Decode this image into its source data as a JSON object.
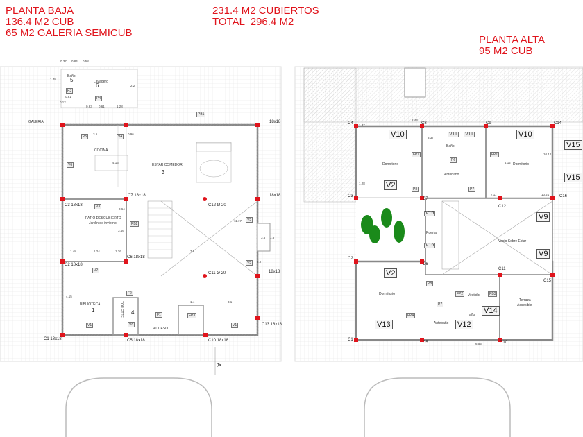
{
  "headings": {
    "ground_title": "PLANTA BAJA",
    "ground_covered": "136.4 M2 CUB",
    "ground_gallery": "65 M2 GALERIA SEMICUB",
    "total_covered": "231.4 M2 CUBIERTOS",
    "total": "TOTAL  296.4 M2",
    "upper_title": "PLANTA ALTA",
    "upper_covered": "95 M2 CUB"
  },
  "colors": {
    "heading": "#e0141c",
    "column": "#e0141c",
    "tree": "#1a8a1a"
  },
  "ground_floor": {
    "labels": [
      "Baño",
      "5",
      "Lavadero",
      "6",
      "GALERIA",
      "PB1",
      "P5",
      "3.6",
      "V4",
      "0.96",
      "COCINA",
      "V6",
      "4.16",
      "ESTAR COMEDOR",
      "3",
      "C7 18x18",
      "18x18",
      "18x18",
      "C3 18x18",
      "V3",
      "0.64",
      "PATIO DESCUBIERTO",
      "Jardín de invierno",
      "PB2",
      "3.46",
      "C12 Ø 20",
      "11.17",
      "V5",
      "3.6",
      "1.8",
      "1.48",
      "1.24",
      "1.26",
      "C6 18x18",
      "C2 18x18",
      "V2",
      "7.6",
      "V5",
      "0.9",
      "C11 Ø 20",
      "18x18",
      "4.15",
      "BIBLIOTECA",
      "1",
      "F2",
      "TOILETTE",
      "4",
      "F1",
      "FP3",
      "1.4",
      "3.1",
      "V1",
      "V8",
      "ACCESO",
      "V1",
      "C13 18x18",
      "C1 18x18",
      "C5 18x18",
      "C10 18x18",
      "A",
      "0.37",
      "0.84",
      "0.58",
      "1.48",
      "P3",
      "0.81",
      "P4",
      "0.63",
      "0.61",
      "1.28",
      "2.2",
      "0.12"
    ]
  },
  "upper_floor": {
    "labels": [
      "C4",
      "V10",
      "V11",
      "V11",
      "V10",
      "V15",
      "3.37",
      "Baño",
      "FP1",
      "FP1",
      "Dormitorio",
      "Dormitorio",
      "P6",
      "4.12",
      "10.12",
      "Antebaño",
      "V15",
      "V2",
      "P8",
      "P7",
      "C3",
      "C7",
      "C12",
      "C16",
      "V16",
      "V9",
      "Puerta",
      "Vacío Sobre Estar",
      "V16",
      "V9",
      "C2",
      "C6",
      "C11",
      "C15",
      "V2",
      "P8",
      "Dormitorio",
      "FP2",
      "Vestidor",
      "PB3",
      "Terraza",
      "Accesible",
      "P7",
      "V14",
      "año",
      "FP4",
      "V13",
      "Antebaño",
      "V12",
      "C1",
      "C5",
      "C10",
      "6.55",
      "C8",
      "C9",
      "C14",
      "2.43",
      "1.37",
      "1.28",
      "7.11",
      "10.21"
    ]
  }
}
